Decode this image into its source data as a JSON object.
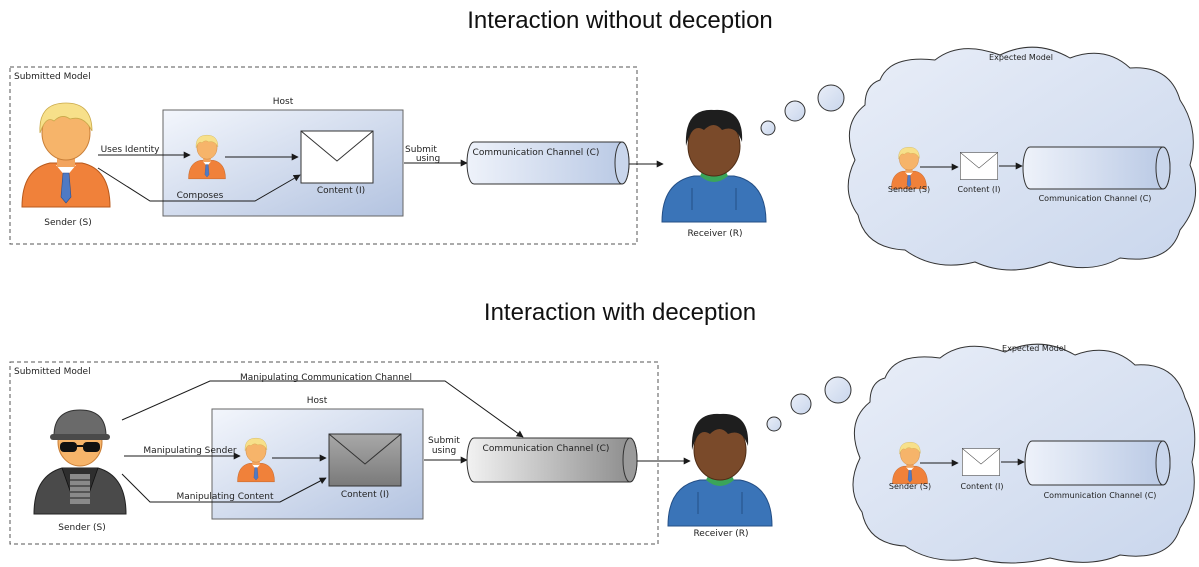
{
  "top_panel": {
    "title": "Interaction without deception",
    "submitted_model_label": "Submitted Model",
    "host_label": "Host",
    "sender_label": "Sender (S)",
    "uses_identity_label": "Uses Identity",
    "composes_label": "Composes",
    "content_label": "Content (I)",
    "submit_label_1": "Submit",
    "submit_label_2": "using",
    "channel_label": "Communication Channel (C)",
    "receiver_label": "Receiver (R)",
    "expected_model": {
      "title": "Expected Model",
      "sender_label": "Sender (S)",
      "content_label": "Content (I)",
      "channel_label": "Communication Channel (C)"
    }
  },
  "bottom_panel": {
    "title": "Interaction with deception",
    "submitted_model_label": "Submitted Model",
    "host_label": "Host",
    "sender_label": "Sender (S)",
    "manip_channel_label": "Manipulating Communication Channel",
    "manip_sender_label": "Manipulating Sender",
    "manip_content_label": "Manipulating Content",
    "content_label": "Content (I)",
    "submit_label_1": "Submit",
    "submit_label_2": "using",
    "channel_label": "Communication Channel (C)",
    "receiver_label": "Receiver (R)",
    "expected_model": {
      "title": "Expected Model",
      "sender_label": "Sender (S)",
      "content_label": "Content (I)",
      "channel_label": "Communication Channel (C)"
    }
  },
  "colors": {
    "host_fill_light": "#eef2fa",
    "host_fill_dark": "#b6c6e2",
    "cloud_fill": "#dbe4f2",
    "sender_skin": "#f6b46a",
    "sender_hair": "#f7e08a",
    "sender_shirt": "#f0813a",
    "receiver_skin": "#7a4a2a",
    "receiver_hoodie": "#3a74b8",
    "spy_coat": "#4a4a4a"
  }
}
